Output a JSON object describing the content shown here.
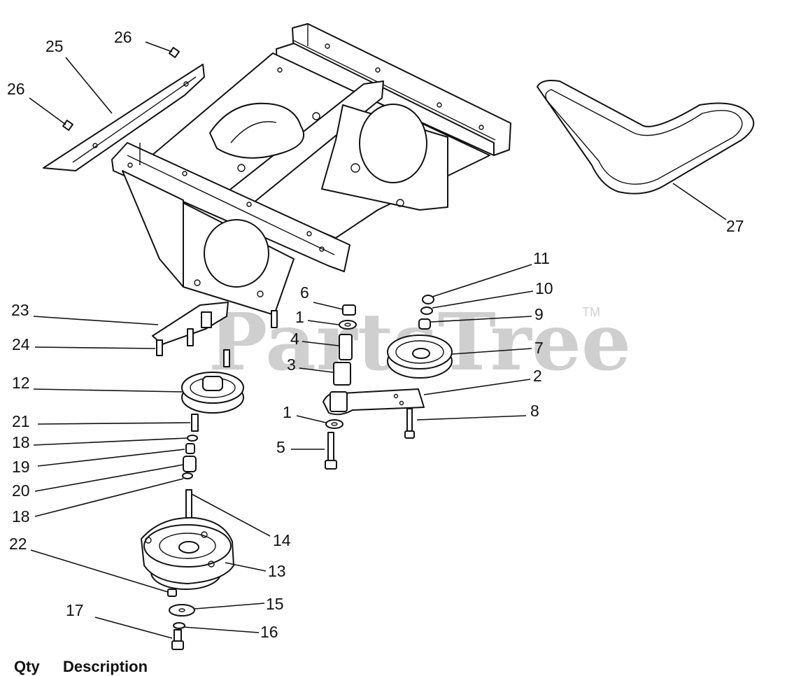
{
  "watermark": {
    "text": "PartsTree",
    "tm": "TM"
  },
  "footer": {
    "qty_label": "Qty",
    "description_label": "Description"
  },
  "callouts": [
    {
      "id": "c25",
      "label": "25"
    },
    {
      "id": "c26a",
      "label": "26"
    },
    {
      "id": "c26b",
      "label": "26"
    },
    {
      "id": "c27",
      "label": "27"
    },
    {
      "id": "c11",
      "label": "11"
    },
    {
      "id": "c10",
      "label": "10"
    },
    {
      "id": "c9",
      "label": "9"
    },
    {
      "id": "c7",
      "label": "7"
    },
    {
      "id": "c6",
      "label": "6"
    },
    {
      "id": "c1a",
      "label": "1"
    },
    {
      "id": "c4",
      "label": "4"
    },
    {
      "id": "c3",
      "label": "3"
    },
    {
      "id": "c2",
      "label": "2"
    },
    {
      "id": "c1b",
      "label": "1"
    },
    {
      "id": "c8",
      "label": "8"
    },
    {
      "id": "c5",
      "label": "5"
    },
    {
      "id": "c23",
      "label": "23"
    },
    {
      "id": "c24",
      "label": "24"
    },
    {
      "id": "c12",
      "label": "12"
    },
    {
      "id": "c21",
      "label": "21"
    },
    {
      "id": "c18a",
      "label": "18"
    },
    {
      "id": "c19",
      "label": "19"
    },
    {
      "id": "c20",
      "label": "20"
    },
    {
      "id": "c18b",
      "label": "18"
    },
    {
      "id": "c14",
      "label": "14"
    },
    {
      "id": "c22",
      "label": "22"
    },
    {
      "id": "c13",
      "label": "13"
    },
    {
      "id": "c15",
      "label": "15"
    },
    {
      "id": "c17",
      "label": "17"
    },
    {
      "id": "c16",
      "label": "16"
    }
  ]
}
